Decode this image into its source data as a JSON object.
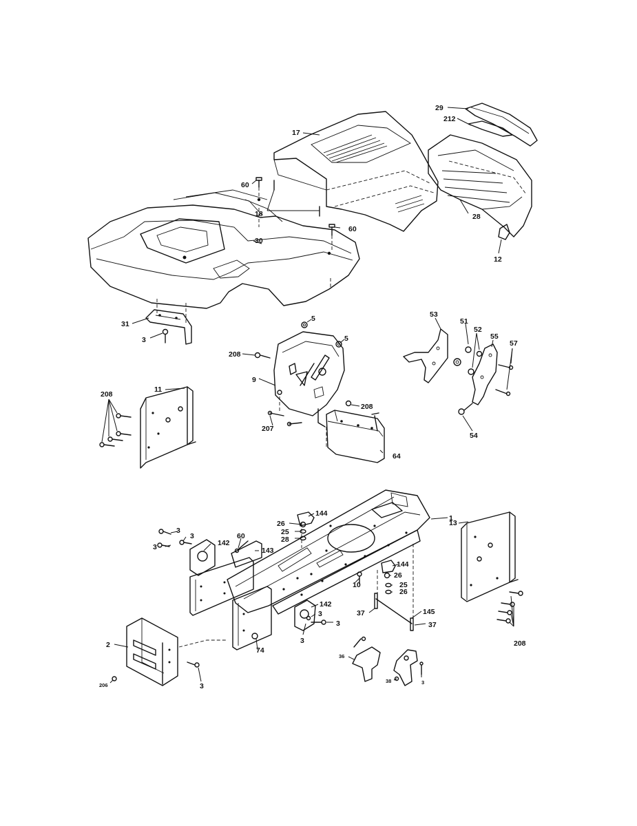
{
  "callouts": {
    "c29": "29",
    "c212": "212",
    "c17": "17",
    "c60a": "60",
    "c18": "18",
    "c60b": "60",
    "c30": "30",
    "c28": "28",
    "c12": "12",
    "c31": "31",
    "c3a": "3",
    "c5a": "5",
    "c5b": "5",
    "c208a": "208",
    "c9": "9",
    "c208b": "208",
    "c207": "207",
    "c64": "64",
    "c53": "53",
    "c51": "51",
    "c52": "52",
    "c55": "55",
    "c57": "57",
    "c54": "54",
    "c208c": "208",
    "c11": "11",
    "c144a": "144",
    "c26a": "26",
    "c25a": "25",
    "c28b": "28",
    "c1": "1",
    "c13": "13",
    "c3b": "3",
    "c3c": "3",
    "c3d": "3",
    "c142a": "142",
    "c60c": "60",
    "c143": "143",
    "c144b": "144",
    "c26b": "26",
    "c10": "10",
    "c25b": "25",
    "c26c": "26",
    "c142b": "142",
    "c37a": "37",
    "c145": "145",
    "c37b": "37",
    "c3e": "3",
    "c3f": "3",
    "c74": "74",
    "c208d": "208",
    "c2": "2",
    "c206": "206",
    "c3g": "3",
    "c36": "36",
    "c38": "38",
    "c3h": "3"
  },
  "icons": {
    "fastener": "bolt-icon",
    "nut": "nut-icon"
  }
}
